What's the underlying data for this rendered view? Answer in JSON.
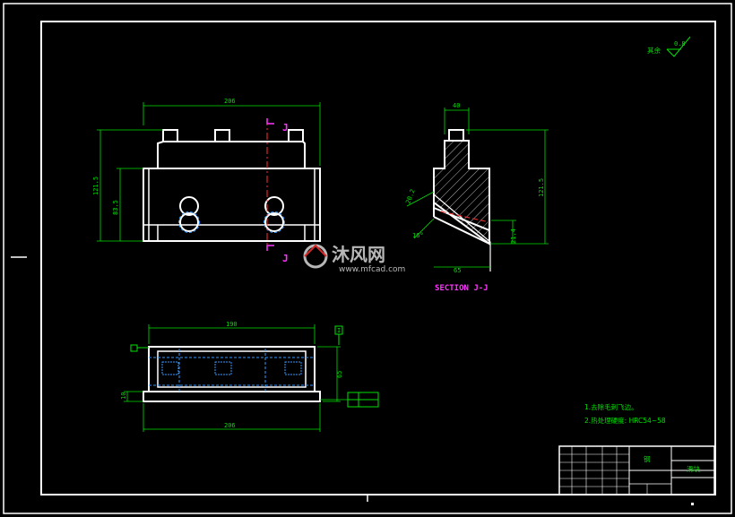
{
  "dimensions": {
    "front_width": "206",
    "front_height": "121.5",
    "front_inner_height": "83.5",
    "side_width": "40",
    "side_height": "121.5",
    "side_small_height": "21.4",
    "side_base_width": "65",
    "side_incline": "16°",
    "side_diag": "20.2",
    "top_inner_width": "190",
    "top_depth": "65",
    "top_height": "10",
    "top_base_width": "206"
  },
  "section": {
    "mark": "J",
    "label": "SECTION J-J"
  },
  "datum": {
    "top_flag": "I"
  },
  "surface_finish": {
    "label": "其余",
    "value": "0.8"
  },
  "notes": [
    "1.去除毛刺飞边。",
    "2.热处理硬度: HRC54~58"
  ],
  "watermark": {
    "brand": "沐风网",
    "url": "www.mfcad.com"
  },
  "title_block": {
    "material": "钢",
    "name": "滑块"
  },
  "colors": {
    "line": "#ffffff",
    "dimension": "#00e000",
    "section_label": "#ff33ff",
    "center_line": "#ff3030",
    "hidden_line": "#3399ff"
  }
}
